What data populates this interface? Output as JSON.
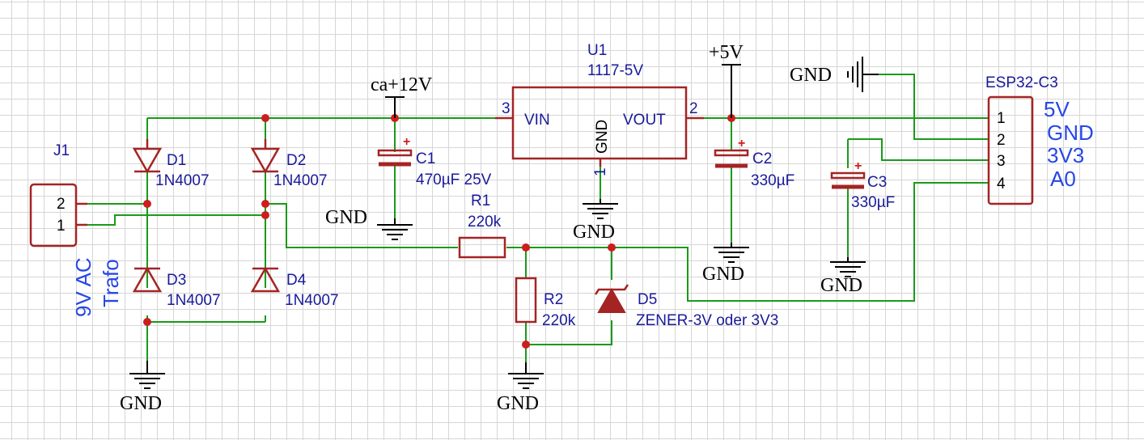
{
  "schematic": {
    "connector_j1": {
      "ref": "J1",
      "pin2": "2",
      "pin1": "1"
    },
    "note_j1": {
      "line1": "9V AC",
      "line2": "Trafo"
    },
    "diodes": {
      "d1": {
        "ref": "D1",
        "value": "1N4007"
      },
      "d2": {
        "ref": "D2",
        "value": "1N4007"
      },
      "d3": {
        "ref": "D3",
        "value": "1N4007"
      },
      "d4": {
        "ref": "D4",
        "value": "1N4007"
      },
      "d5": {
        "ref": "D5",
        "value": "ZENER-3V oder 3V3"
      }
    },
    "regulator": {
      "ref": "U1",
      "value": "1117-5V",
      "vin": "VIN",
      "vout": "VOUT",
      "gnd": "GND",
      "pin_vin": "3",
      "pin_vout": "2",
      "pin_gnd": "1"
    },
    "capacitors": {
      "c1": {
        "ref": "C1",
        "value": "470µF 25V",
        "plus": "+"
      },
      "c2": {
        "ref": "C2",
        "value": "330µF",
        "plus": "+"
      },
      "c3": {
        "ref": "C3",
        "value": "330µF",
        "plus": "+"
      }
    },
    "resistors": {
      "r1": {
        "ref": "R1",
        "value": "220k"
      },
      "r2": {
        "ref": "R2",
        "value": "220k"
      }
    },
    "nets": {
      "v12": "ca+12V",
      "v5": "+5V",
      "gnd": "GND"
    },
    "header": {
      "ref": "ESP32-C3",
      "pins": [
        "1",
        "2",
        "3",
        "4"
      ],
      "notes": [
        "5V",
        "GND",
        "3V3",
        "A0"
      ]
    }
  }
}
